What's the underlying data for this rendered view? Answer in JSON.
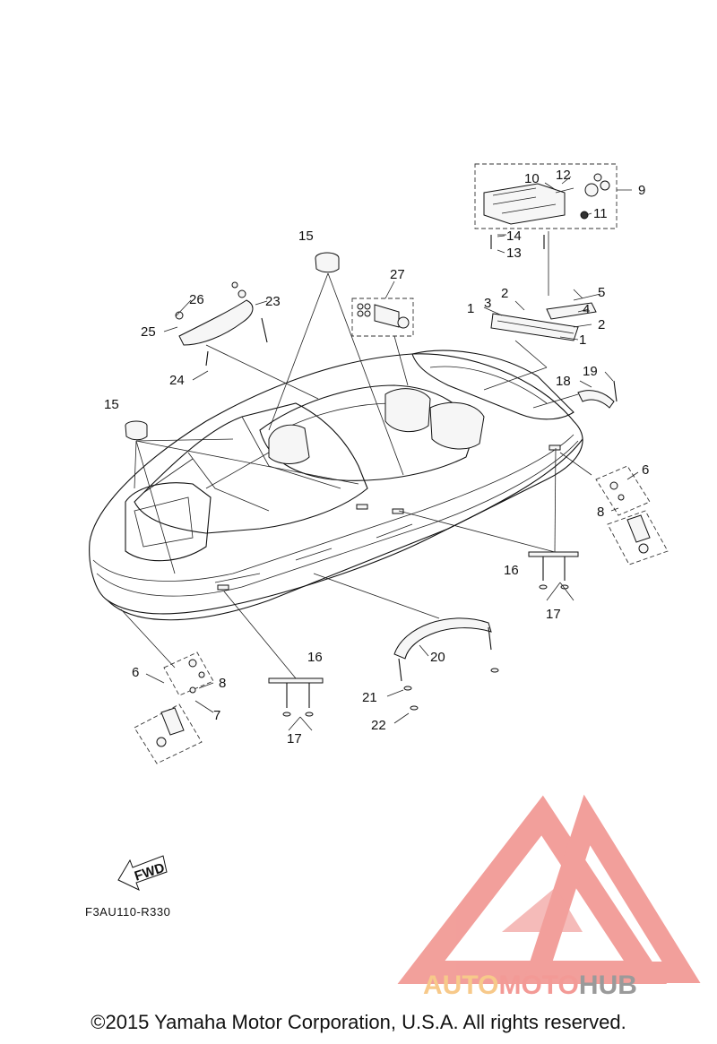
{
  "diagram": {
    "ref_code": "F3AU110-R330",
    "fwd_label": "FWD",
    "copyright": "©2015 Yamaha Motor Corporation, U.S.A. All rights reserved.",
    "watermark": {
      "part1": "AUTO",
      "part2": "MOTO",
      "part3": "HUB",
      "colors": {
        "auto": "#f7c98a",
        "moto": "#f39a96",
        "hub": "#9a9a9a",
        "triangle": "#f08f8a"
      }
    },
    "callouts": [
      "1",
      "1",
      "2",
      "2",
      "3",
      "4",
      "5",
      "6",
      "6",
      "7",
      "8",
      "8",
      "9",
      "10",
      "11",
      "12",
      "13",
      "14",
      "15",
      "15",
      "16",
      "16",
      "17",
      "17",
      "18",
      "19",
      "20",
      "21",
      "22",
      "23",
      "24",
      "25",
      "26",
      "27"
    ]
  }
}
